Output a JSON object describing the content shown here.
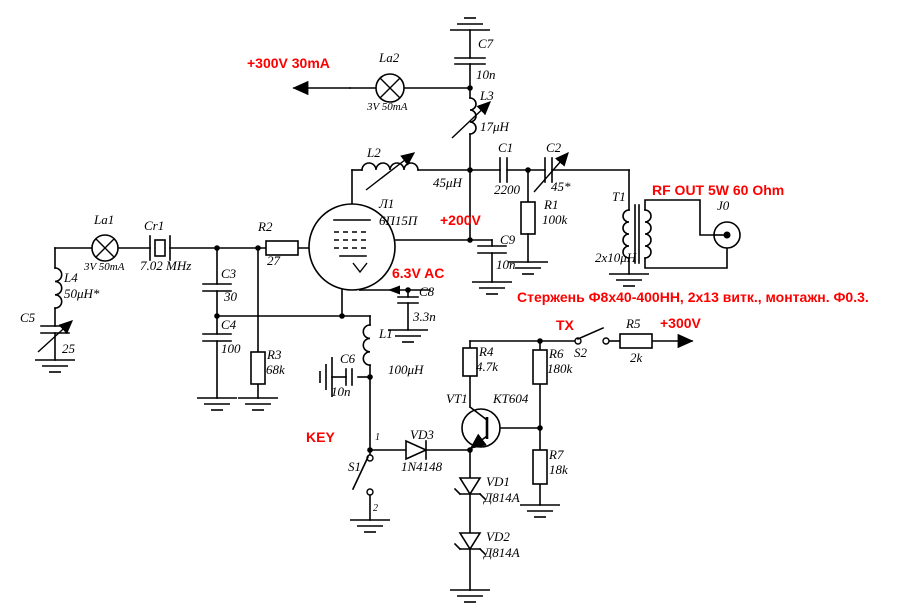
{
  "schematic": {
    "bg": "#ffffff",
    "ink": "#000000",
    "accent": "#fe0000",
    "annotations": {
      "supply_anode": "+300V 30mA",
      "rf_out": "RF OUT 5W 60 Ohm",
      "screen_voltage": "+200V",
      "heater": "6.3V AC",
      "core_note": "Стержень Ф8х40-400НН, 2х13 витк., монтажн. Ф0.3.",
      "tx": "TX",
      "supply_tx": "+300V",
      "key": "KEY"
    },
    "components": {
      "la2": {
        "ref": "La2",
        "value": "3V 50mA"
      },
      "c7": {
        "ref": "C7",
        "value": "10n"
      },
      "l3": {
        "ref": "L3",
        "value": "17μH"
      },
      "l2": {
        "ref": "L2",
        "value": "45μH"
      },
      "tube": {
        "ref": "Л1",
        "value": "6П15П"
      },
      "c1": {
        "ref": "C1",
        "value": "2200"
      },
      "c2": {
        "ref": "C2",
        "value": "45*"
      },
      "r1": {
        "ref": "R1",
        "value": "100k"
      },
      "t1": {
        "ref": "T1",
        "value": "2x10μH"
      },
      "j0": {
        "ref": "J0"
      },
      "c9": {
        "ref": "C9",
        "value": "10n"
      },
      "la1": {
        "ref": "La1",
        "value": "3V 50mA"
      },
      "cr1": {
        "ref": "Cr1",
        "value": "7.02 MHz"
      },
      "l4": {
        "ref": "L4",
        "value": "50μH*"
      },
      "c5": {
        "ref": "C5",
        "value": "25"
      },
      "c3": {
        "ref": "C3",
        "value": "30"
      },
      "c4": {
        "ref": "C4",
        "value": "100"
      },
      "r2": {
        "ref": "R2",
        "value": "27"
      },
      "r3": {
        "ref": "R3",
        "value": "68k"
      },
      "c8": {
        "ref": "C8",
        "value": "3.3n"
      },
      "l1": {
        "ref": "L1",
        "value": "100μH"
      },
      "c6": {
        "ref": "C6",
        "value": "10n"
      },
      "s1": {
        "ref": "S1",
        "pin_top": "1",
        "pin_bottom": "2"
      },
      "vd3": {
        "ref": "VD3",
        "value": "1N4148"
      },
      "vt1": {
        "ref": "VT1",
        "value": "КТ604"
      },
      "r4": {
        "ref": "R4",
        "value": "4.7k"
      },
      "r6": {
        "ref": "R6",
        "value": "180k"
      },
      "r7": {
        "ref": "R7",
        "value": "18k"
      },
      "vd1": {
        "ref": "VD1",
        "value": "Д814А"
      },
      "vd2": {
        "ref": "VD2",
        "value": "Д814А"
      },
      "s2": {
        "ref": "S2"
      },
      "r5": {
        "ref": "R5",
        "value": "2k"
      }
    }
  }
}
